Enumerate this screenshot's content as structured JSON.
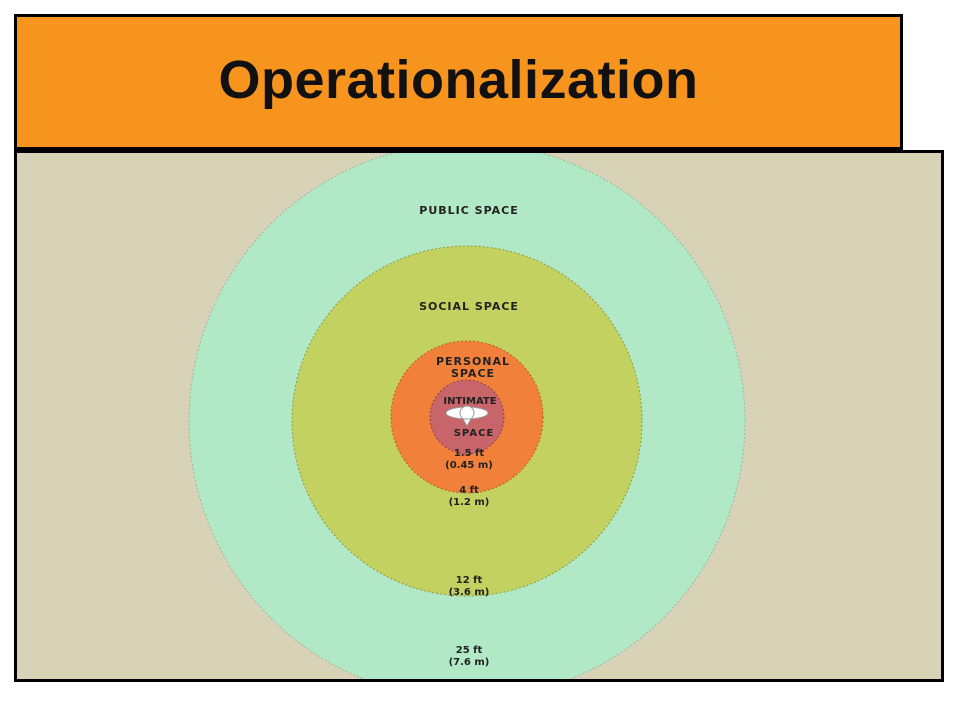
{
  "slide": {
    "title": "Operationalization"
  },
  "diagram": {
    "zones": [
      {
        "name": "public",
        "label": "PUBLIC SPACE",
        "color": "#b1e8c6"
      },
      {
        "name": "social",
        "label": "SOCIAL SPACE",
        "color": "#c2d15f"
      },
      {
        "name": "personal",
        "label_line1": "PERSONAL",
        "label_line2": "SPACE",
        "color": "#f1813a"
      },
      {
        "name": "intimate",
        "label_line1": "INTIMATE",
        "label_line2": "SPACE",
        "color": "#c8656a"
      }
    ],
    "distances": [
      {
        "ft": "1.5 ft",
        "m": "(0.45 m)"
      },
      {
        "ft": "4 ft",
        "m": "(1.2 m)"
      },
      {
        "ft": "12 ft",
        "m": "(3.6 m)"
      },
      {
        "ft": "25 ft",
        "m": "(7.6 m)"
      }
    ]
  }
}
